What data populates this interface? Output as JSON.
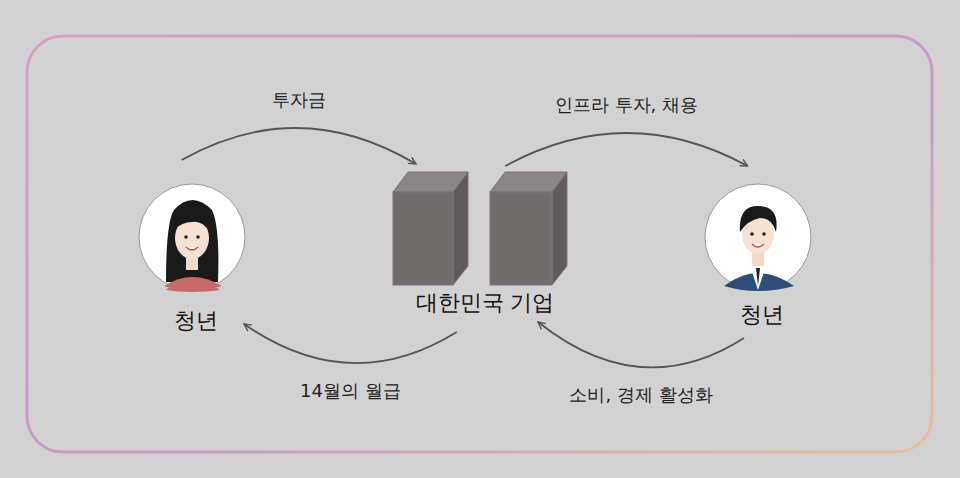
{
  "diagram": {
    "nodes": [
      {
        "text": [
          "청년"
        ]
      },
      {
        "text": [
          "대한민국 기업"
        ]
      },
      {
        "text": [
          "청년"
        ]
      }
    ],
    "edges": [
      {
        "from": 0,
        "to": 1,
        "label": "투자금",
        "arrow": "to"
      },
      {
        "from": 1,
        "to": 0,
        "label": "14월의 월급",
        "arrow": "to"
      },
      {
        "from": 1,
        "to": 2,
        "label": "인프라 투자, 채용",
        "arrow": "to"
      },
      {
        "from": 2,
        "to": 1,
        "label": "소비, 경제 활성화",
        "arrow": "to"
      }
    ]
  }
}
